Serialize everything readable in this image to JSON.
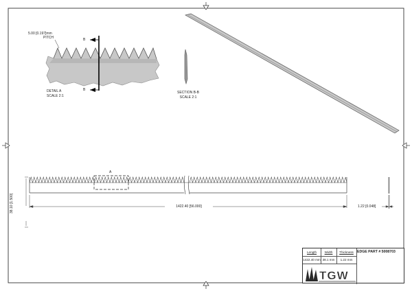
{
  "drawing": {
    "detail_a": {
      "pitch_dim": "5.00 [0.197]mm",
      "pitch_label": "PITCH",
      "section_mark": "B",
      "title": "DETAIL  A",
      "scale": "SCALE 2:1"
    },
    "section_bb": {
      "title": "SECTION B-B",
      "scale": "SCALE 2:1"
    },
    "main_view": {
      "detail_callout": "A",
      "length_dim": "1422.40 [56.000]",
      "height_dim": "38.10 [1.500]",
      "thickness_dim": "1.22 [0.048]"
    }
  },
  "title_block": {
    "headers": [
      "Length",
      "Width",
      "Thickness"
    ],
    "values": [
      "1422.40 mm",
      "38.1 mm",
      "1.22 mm"
    ],
    "part_number": "EDGE PART # 5008703",
    "logo_text": "TGW"
  },
  "colors": {
    "line": "#333333",
    "blade_fill": "#c8c8c8",
    "blade_edge": "#8a8a8a"
  }
}
